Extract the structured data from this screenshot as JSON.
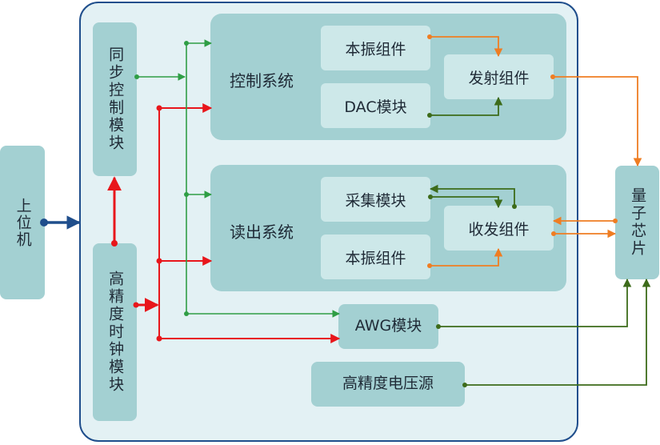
{
  "colors": {
    "frame_border": "#1f4e8c",
    "frame_fill": "#e3f1f4",
    "box_fill": "#a3d0d2",
    "inner_fill": "#cde8e9",
    "wire_red": "#e8161b",
    "wire_green": "#2f9e45",
    "wire_dark_green": "#3d6b1a",
    "wire_orange": "#ef7d22",
    "wire_blue": "#1f4e8c"
  },
  "host": {
    "label": "上位机"
  },
  "quantum_chip": {
    "label": "量子芯片"
  },
  "sync_module": {
    "label": "同步控制模块"
  },
  "clock_module": {
    "label": "高精度时钟模块"
  },
  "control_system": {
    "label": "控制系统",
    "local_osc": "本振组件",
    "dac": "DAC模块",
    "transmit": "发射组件"
  },
  "readout_system": {
    "label": "读出系统",
    "acquisition": "采集模块",
    "local_osc": "本振组件",
    "transceiver": "收发组件"
  },
  "awg_module": {
    "label": "AWG模块"
  },
  "voltage_source": {
    "label": "高精度电压源"
  }
}
